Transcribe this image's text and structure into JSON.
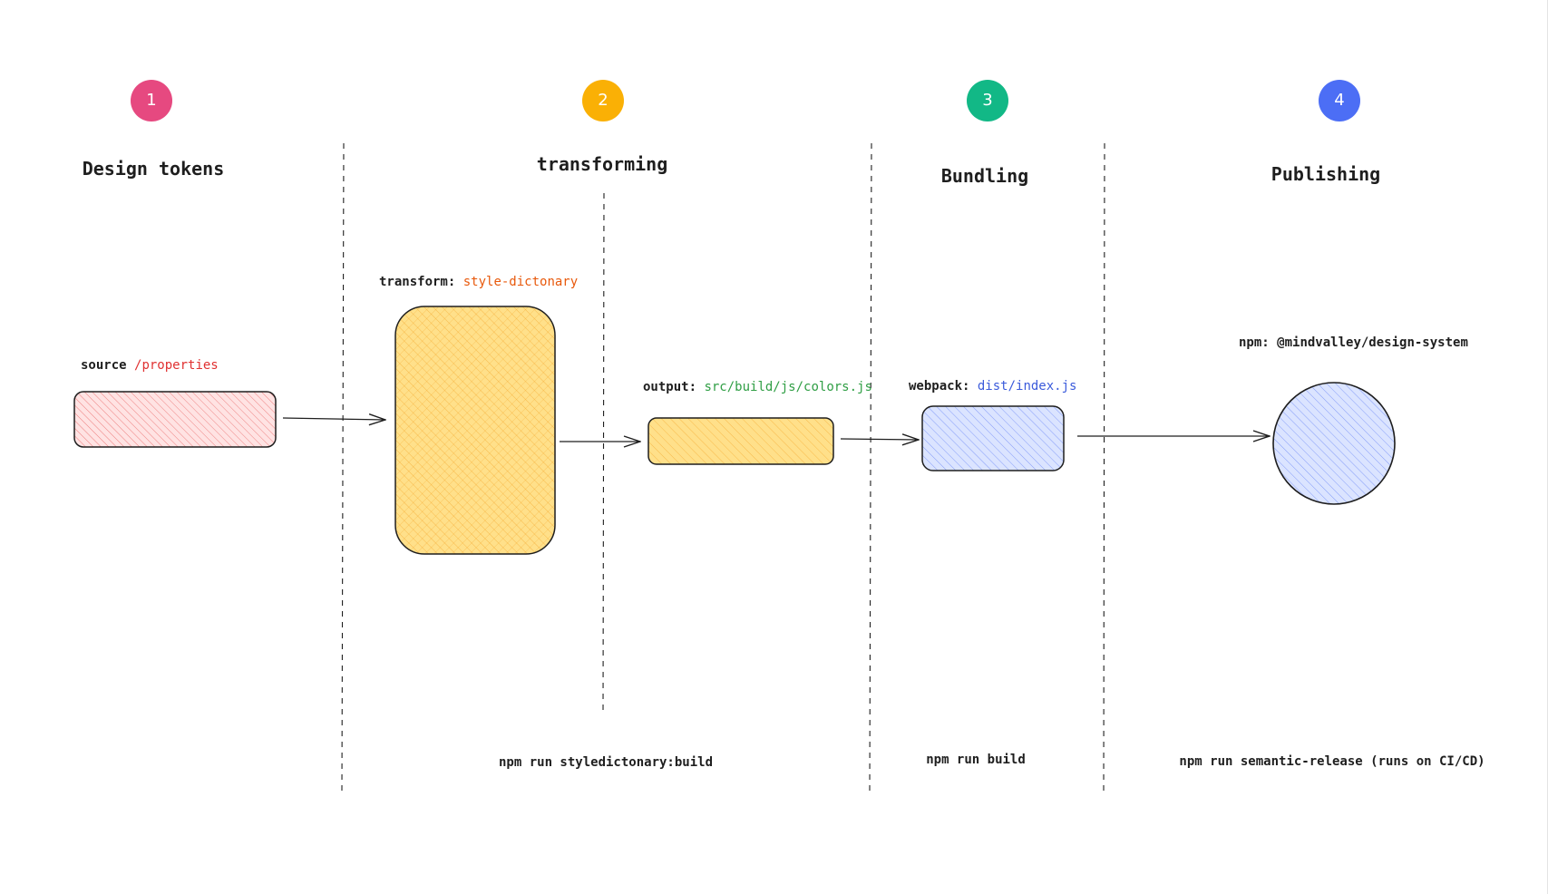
{
  "colors": {
    "pink": "#e64980",
    "orange": "#fab005",
    "green": "#12b886",
    "blue": "#4c6ef5",
    "source_fill": "#ffc9c9",
    "source_hatch": "#e03131",
    "transform_fill": "#ffec99",
    "transform_hatch": "#f08c00",
    "bundle_fill": "#d0d8ff",
    "bundle_hatch": "#4c6ef5",
    "stroke": "#1e1e1e",
    "value_red": "#e03131",
    "value_orange": "#e8590c",
    "value_green": "#2f9e44",
    "value_blue": "#3b5bdb"
  },
  "stages": [
    {
      "number": "1",
      "title": "Design tokens"
    },
    {
      "number": "2",
      "title": "transforming"
    },
    {
      "number": "3",
      "title": "Bundling"
    },
    {
      "number": "4",
      "title": "Publishing"
    }
  ],
  "labels": {
    "source_key": "source",
    "source_value": "/properties",
    "transform_key": "transform:",
    "transform_value": "style-dictonary",
    "output_key": "output:",
    "output_value": "src/build/js/colors.js",
    "webpack_key": "webpack:",
    "webpack_value": "dist/index.js",
    "npm_key": "npm:",
    "npm_value": "@mindvalley/design-system"
  },
  "commands": {
    "transform": "npm run styledictonary:build",
    "bundle": "npm run build",
    "publish": "npm run semantic-release (runs on CI/CD)"
  }
}
